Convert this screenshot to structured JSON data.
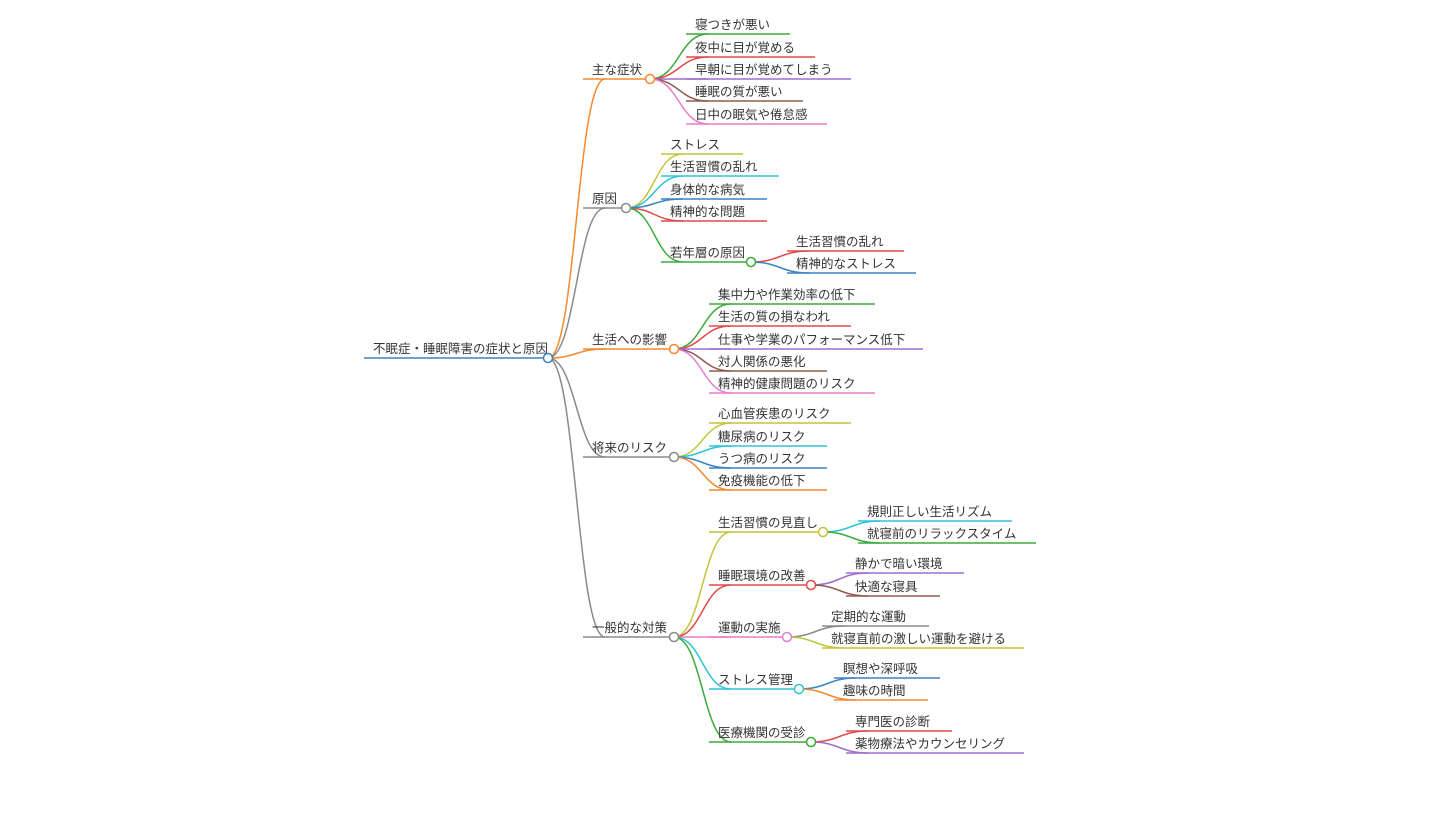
{
  "root": {
    "label": "不眠症・睡眠障害の症状と原因",
    "color": "#3a84c4",
    "children": [
      {
        "label": "主な症状",
        "color": "#f5892e",
        "children": [
          {
            "label": "寝つきが悪い",
            "color": "#3bab3b"
          },
          {
            "label": "夜中に目が覚める",
            "color": "#e04a4a"
          },
          {
            "label": "早朝に目が覚めてしまう",
            "color": "#a06bd1"
          },
          {
            "label": "睡眠の質が悪い",
            "color": "#8f5b4f"
          },
          {
            "label": "日中の眠気や倦怠感",
            "color": "#e77ccb"
          }
        ]
      },
      {
        "label": "原因",
        "color": "#8a8a8a",
        "children": [
          {
            "label": "ストレス",
            "color": "#c4c43a"
          },
          {
            "label": "生活習慣の乱れ",
            "color": "#2fc3d3"
          },
          {
            "label": "身体的な病気",
            "color": "#3a84c4"
          },
          {
            "label": "精神的な問題",
            "color": "#e04a4a"
          },
          {
            "label": "若年層の原因",
            "color": "#3bab3b",
            "children": [
              {
                "label": "生活習慣の乱れ",
                "color": "#e04a4a"
              },
              {
                "label": "精神的なストレス",
                "color": "#3a84c4"
              }
            ]
          }
        ]
      },
      {
        "label": "生活への影響",
        "color": "#f5892e",
        "children": [
          {
            "label": "集中力や作業効率の低下",
            "color": "#3bab3b"
          },
          {
            "label": "生活の質の損なわれ",
            "color": "#e04a4a"
          },
          {
            "label": "仕事や学業のパフォーマンス低下",
            "color": "#a06bd1"
          },
          {
            "label": "対人関係の悪化",
            "color": "#8f5b4f"
          },
          {
            "label": "精神的健康問題のリスク",
            "color": "#e77ccb"
          }
        ]
      },
      {
        "label": "将来のリスク",
        "color": "#8a8a8a",
        "children": [
          {
            "label": "心血管疾患のリスク",
            "color": "#c4c43a"
          },
          {
            "label": "糖尿病のリスク",
            "color": "#2fc3d3"
          },
          {
            "label": "うつ病のリスク",
            "color": "#3a84c4"
          },
          {
            "label": "免疫機能の低下",
            "color": "#f5892e"
          }
        ]
      },
      {
        "label": "一般的な対策",
        "color": "#8a8a8a",
        "children": [
          {
            "label": "生活習慣の見直し",
            "color": "#c4c43a",
            "children": [
              {
                "label": "規則正しい生活リズム",
                "color": "#2fc3d3"
              },
              {
                "label": "就寝前のリラックスタイム",
                "color": "#3bab3b"
              }
            ]
          },
          {
            "label": "睡眠環境の改善",
            "color": "#e04a4a",
            "children": [
              {
                "label": "静かで暗い環境",
                "color": "#a06bd1"
              },
              {
                "label": "快適な寝具",
                "color": "#8f5b4f"
              }
            ]
          },
          {
            "label": "運動の実施",
            "color": "#e77ccb",
            "children": [
              {
                "label": "定期的な運動",
                "color": "#8a8a8a"
              },
              {
                "label": "就寝直前の激しい運動を避ける",
                "color": "#c4c43a"
              }
            ]
          },
          {
            "label": "ストレス管理",
            "color": "#2fc3d3",
            "children": [
              {
                "label": "瞑想や深呼吸",
                "color": "#3a84c4"
              },
              {
                "label": "趣味の時間",
                "color": "#f5892e"
              }
            ]
          },
          {
            "label": "医療機関の受診",
            "color": "#3bab3b",
            "children": [
              {
                "label": "専門医の診断",
                "color": "#e04a4a"
              },
              {
                "label": "薬物療法やカウンセリング",
                "color": "#a06bd1"
              }
            ]
          }
        ]
      }
    ]
  }
}
